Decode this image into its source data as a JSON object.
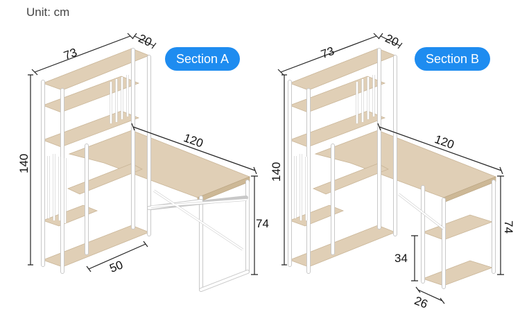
{
  "unit_label": "Unit: cm",
  "colors": {
    "badge": "#1e8cf0",
    "wood": "#e0cfb6",
    "frame": "#ffffff"
  },
  "section_a": {
    "title": "Section A",
    "dims": {
      "width": "73",
      "depth": "20",
      "height": "140",
      "desk_length": "120",
      "desk_height": "74",
      "desk_depth": "50"
    }
  },
  "section_b": {
    "title": "Section B",
    "dims": {
      "width": "73",
      "depth": "20",
      "height": "140",
      "desk_length": "120",
      "desk_height": "74",
      "shelf_height": "34",
      "shelf_depth": "26"
    }
  }
}
